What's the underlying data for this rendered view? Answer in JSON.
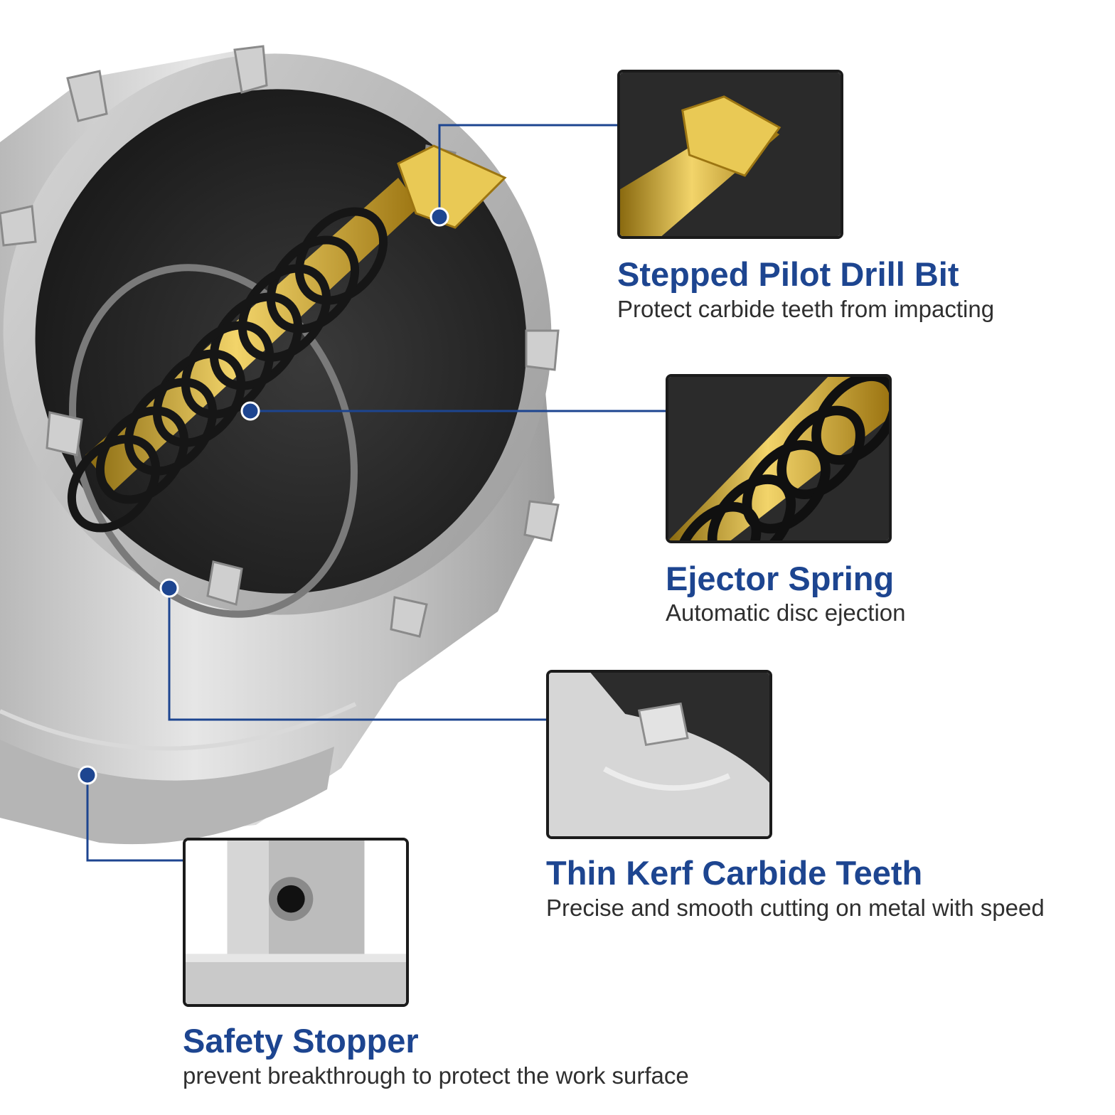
{
  "accent_color": "#1d4590",
  "callouts": [
    {
      "title": "Stepped Pilot Drill Bit",
      "description": "Protect carbide teeth from impacting",
      "inset_icon": "pilot-drill-bit-closeup"
    },
    {
      "title": "Ejector Spring",
      "description": "Automatic disc ejection",
      "inset_icon": "ejector-spring-closeup"
    },
    {
      "title": "Thin Kerf Carbide Teeth",
      "description": "Precise and smooth cutting on metal with speed",
      "inset_icon": "carbide-teeth-closeup"
    },
    {
      "title": "Safety Stopper",
      "description": "prevent breakthrough to protect the work surface",
      "inset_icon": "safety-stopper-closeup"
    }
  ]
}
